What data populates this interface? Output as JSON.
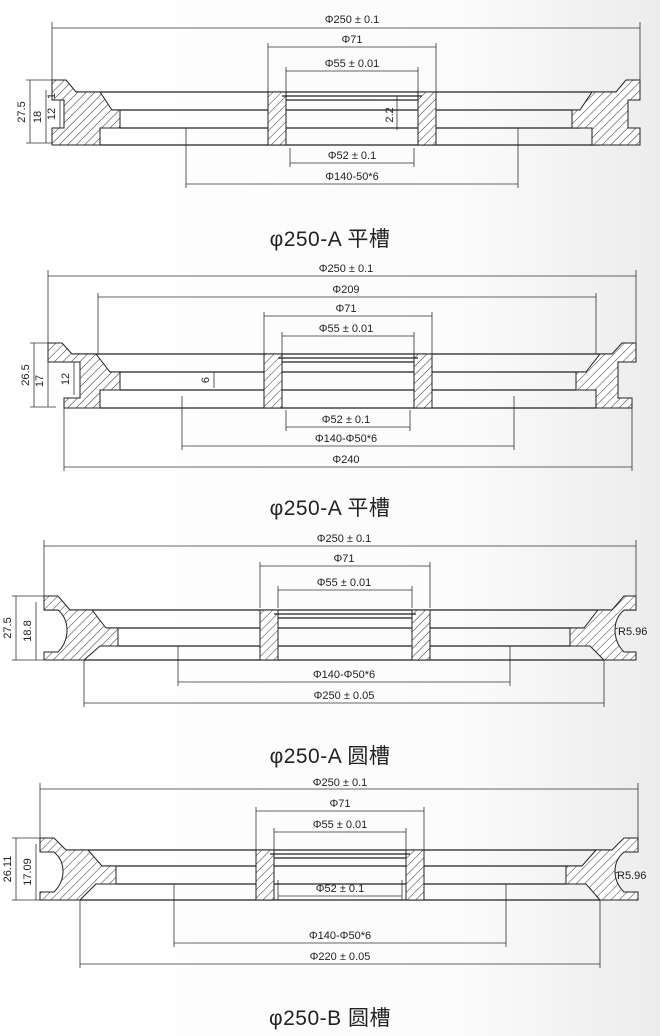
{
  "drawings": [
    {
      "caption": "φ250-A  平槽",
      "dims": {
        "d250": "Φ250 ± 0.1",
        "d71": "Φ71",
        "d55": "Φ55 ± 0.01",
        "d52": "Φ52 ± 0.1",
        "d140": "Φ140-50*6",
        "h_total": "27.5",
        "h_mid": "18",
        "h_in": "12",
        "h_top": "1",
        "t_gap": "2.2"
      }
    },
    {
      "caption": "φ250-A  平槽",
      "dims": {
        "d250": "Φ250 ± 0.1",
        "d209": "Φ209",
        "d71": "Φ71",
        "d55": "Φ55 ± 0.01",
        "d52": "Φ52 ± 0.1",
        "d140": "Φ140-Φ50*6",
        "d240": "Φ240",
        "h_total": "26.5",
        "h_mid": "17",
        "h_in": "12",
        "t_web": "6"
      }
    },
    {
      "caption": "φ250-A  圆槽",
      "dims": {
        "d250": "Φ250 ± 0.1",
        "d71": "Φ71",
        "d55": "Φ55 ± 0.01",
        "d140": "Φ140-Φ50*6",
        "d250b": "Φ250 ± 0.05",
        "h_total": "27.5",
        "h_mid": "18.8",
        "radius": "R5.96"
      }
    },
    {
      "caption": "φ250-B  圆槽",
      "dims": {
        "d250": "Φ250 ± 0.1",
        "d71": "Φ71",
        "d55": "Φ55 ± 0.01",
        "d52": "Φ52 ± 0.1",
        "d140": "Φ140-Φ50*6",
        "d220": "Φ220 ± 0.05",
        "h_total": "26.11",
        "h_mid": "17.09",
        "radius": "R5.96"
      }
    }
  ]
}
